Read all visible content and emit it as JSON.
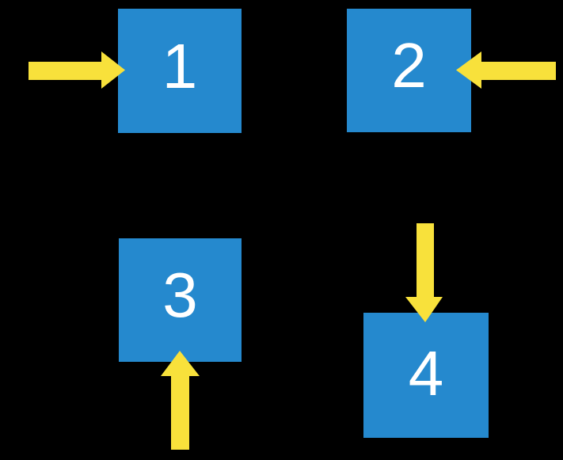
{
  "colors": {
    "background": "#000000",
    "box_fill": "#2589CE",
    "arrow_fill": "#F8E13B",
    "label_text": "#FFFFFF"
  },
  "boxes": [
    {
      "label": "1",
      "arrow_direction": "right",
      "arrow_desc": "yellow arrow pointing right into left side of box 1"
    },
    {
      "label": "2",
      "arrow_direction": "left",
      "arrow_desc": "yellow arrow pointing left into right side of box 2"
    },
    {
      "label": "3",
      "arrow_direction": "up",
      "arrow_desc": "yellow arrow pointing up into bottom side of box 3"
    },
    {
      "label": "4",
      "arrow_direction": "down",
      "arrow_desc": "yellow arrow pointing down into top side of box 4"
    }
  ]
}
